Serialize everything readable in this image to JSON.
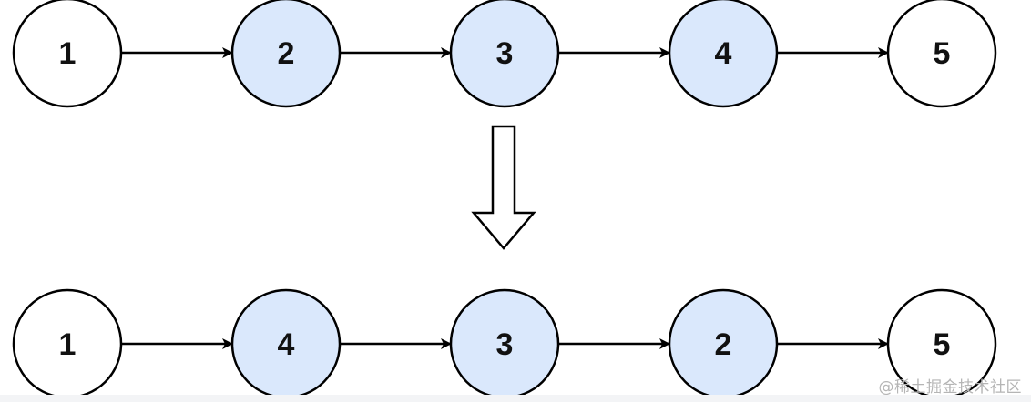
{
  "colors": {
    "stroke": "#000000",
    "highlight_fill": "#dae8fc",
    "plain_fill": "#ffffff",
    "text": "#111111"
  },
  "rows": [
    {
      "nodes": [
        {
          "label": "1",
          "highlighted": false
        },
        {
          "label": "2",
          "highlighted": true
        },
        {
          "label": "3",
          "highlighted": true
        },
        {
          "label": "4",
          "highlighted": true
        },
        {
          "label": "5",
          "highlighted": false
        }
      ]
    },
    {
      "nodes": [
        {
          "label": "1",
          "highlighted": false
        },
        {
          "label": "4",
          "highlighted": true
        },
        {
          "label": "3",
          "highlighted": true
        },
        {
          "label": "2",
          "highlighted": true
        },
        {
          "label": "5",
          "highlighted": false
        }
      ]
    }
  ],
  "watermark": "@稀土掘金技术社区"
}
